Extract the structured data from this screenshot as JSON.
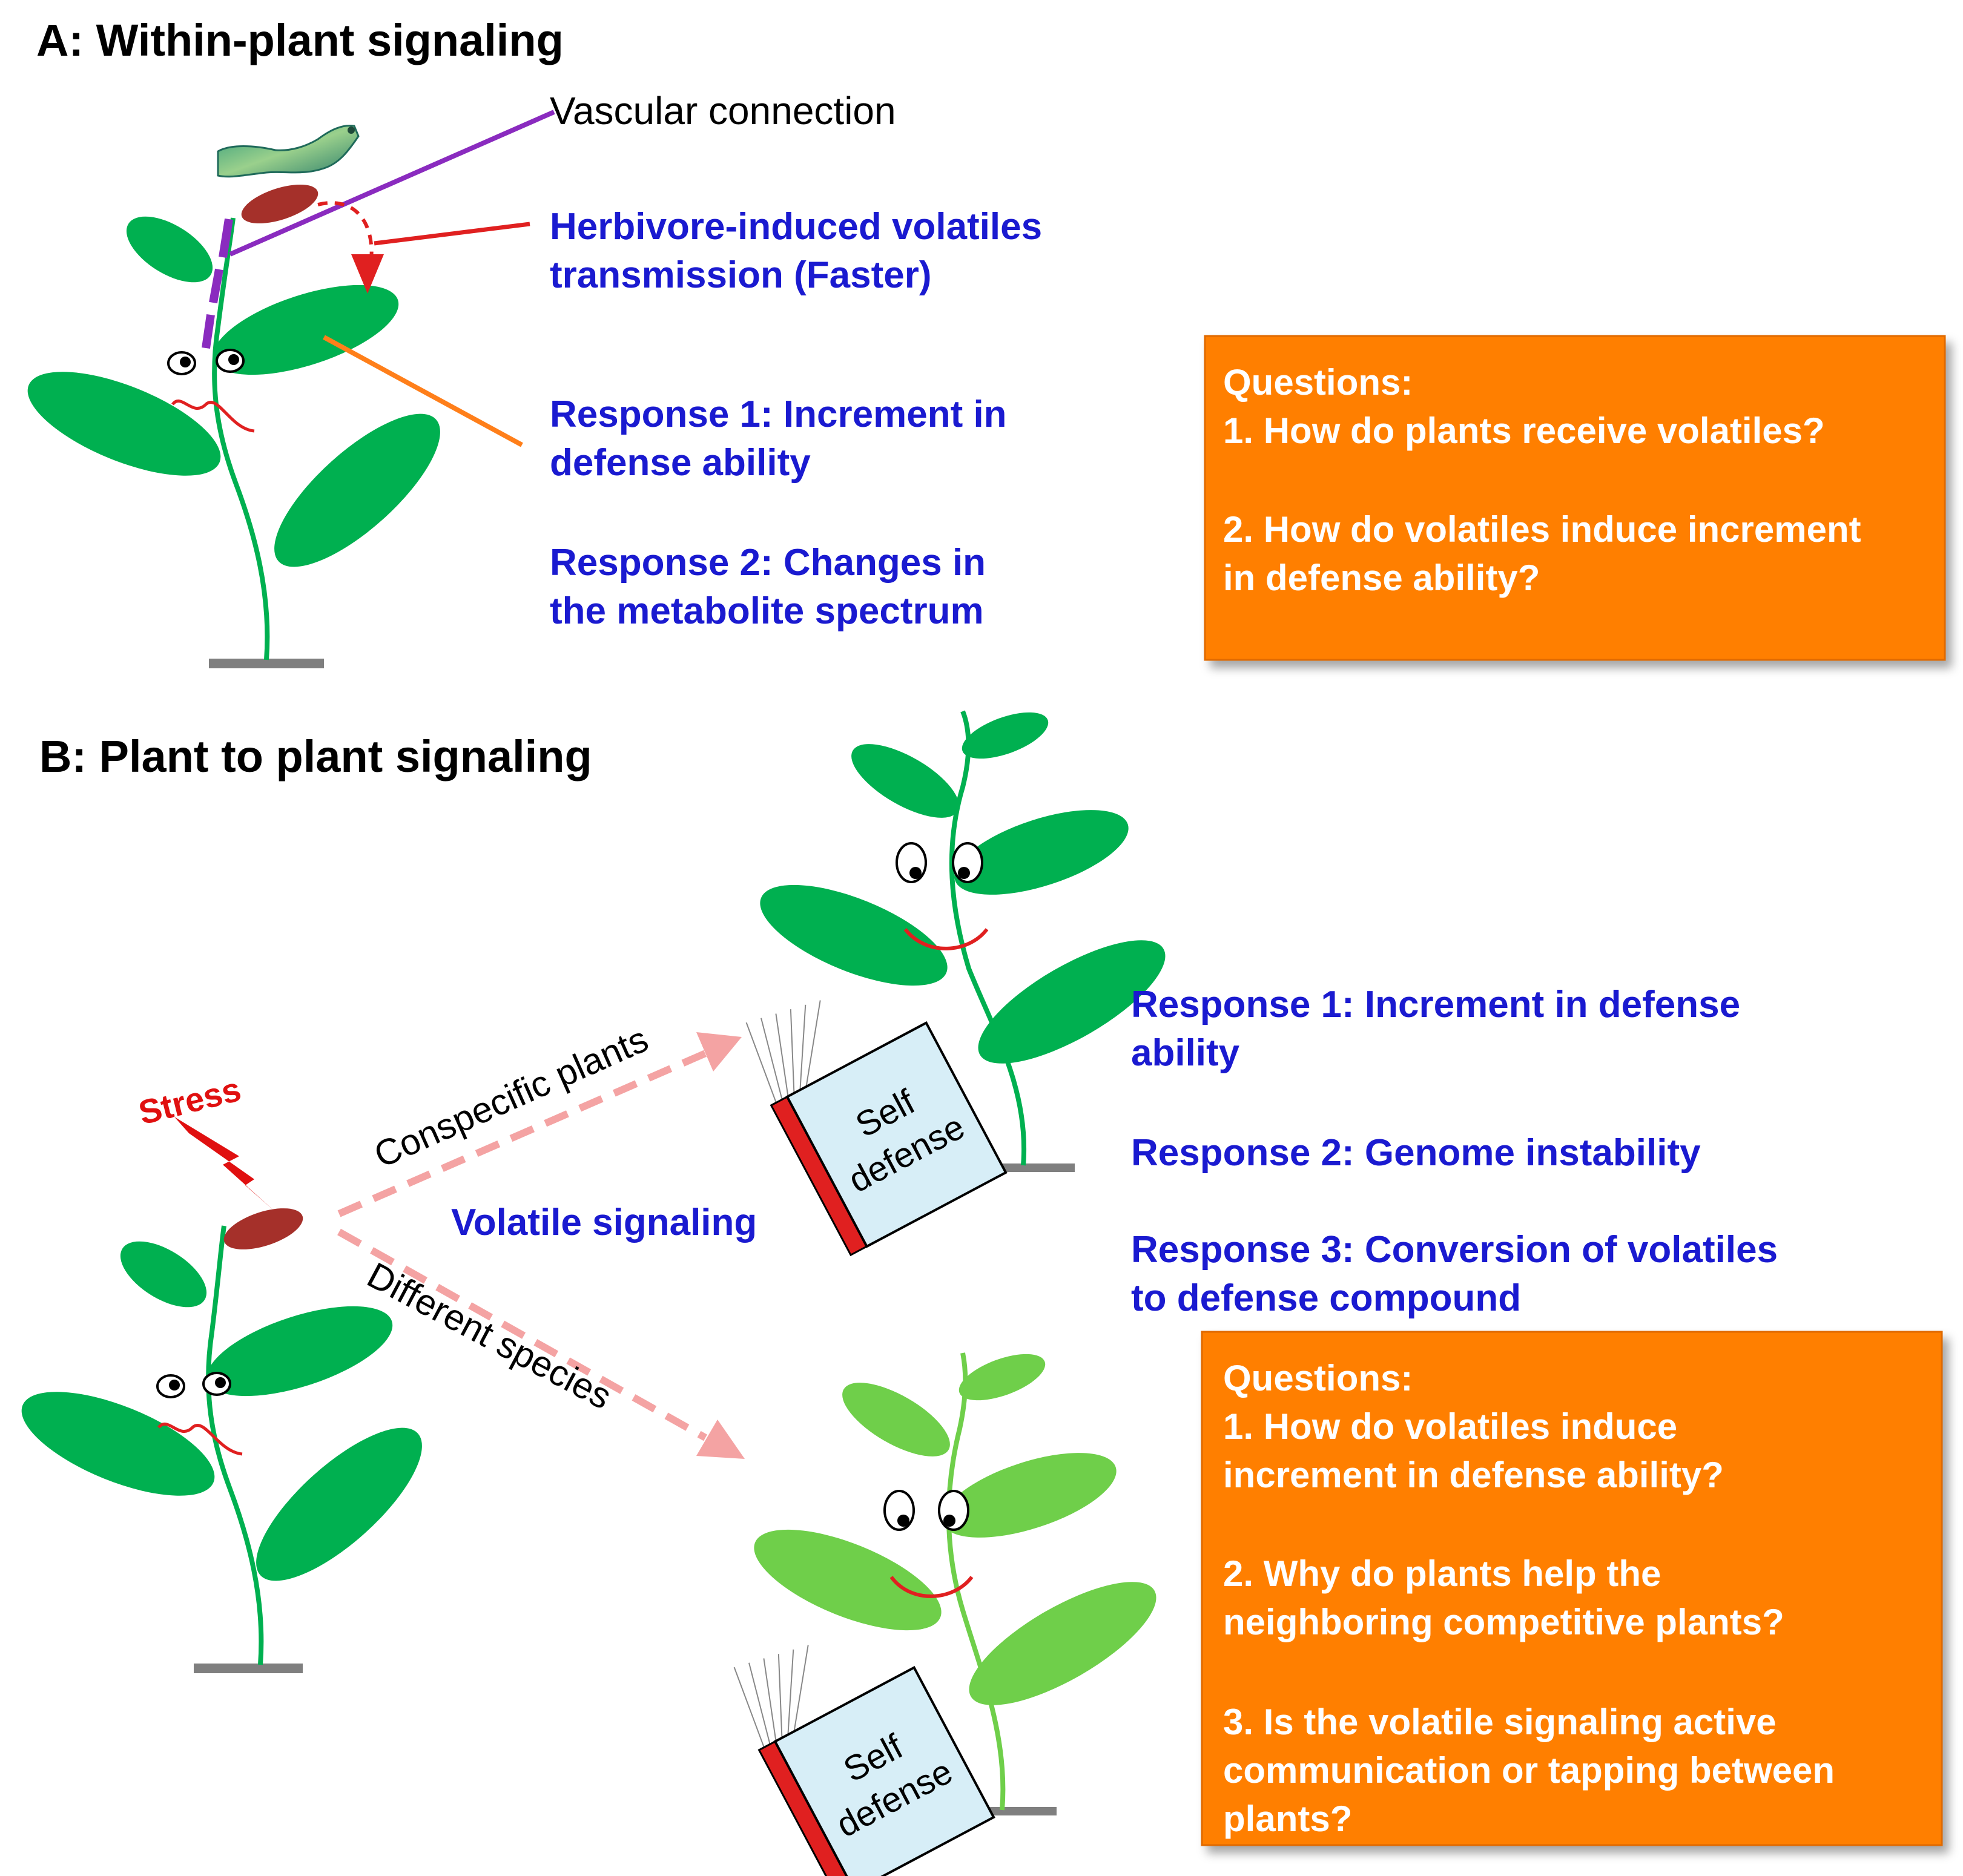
{
  "colors": {
    "leaf_dark": "#00b050",
    "leaf_light": "#6fcf4a",
    "damaged_leaf": "#a5302a",
    "vascular": "#8a2bbf",
    "volatile_arrow": "#e02020",
    "response_line": "#ff7f1a",
    "signal_arrow": "#f4a3a3",
    "question_box": "#ff7f00",
    "blue_text": "#1a1ad0",
    "book_cover": "#d7eef7",
    "book_spine": "#e02020"
  },
  "panel_a": {
    "title": "A: Within-plant signaling",
    "vascular_label": "Vascular connection",
    "volatiles_line1": "Herbivore-induced volatiles",
    "volatiles_line2": "transmission (Faster)",
    "response1_line1": "Response 1: Increment in",
    "response1_line2": "defense ability",
    "response2_line1": "Response 2: Changes in",
    "response2_line2": "the metabolite spectrum",
    "questions": {
      "heading": "Questions:",
      "q1": "1. How do plants receive volatiles?",
      "q2_line1": "2. How do volatiles induce increment",
      "q2_line2": "in defense ability?"
    }
  },
  "panel_b": {
    "title": "B: Plant to plant signaling",
    "stress_label": "Stress",
    "conspecific_label": "Conspecific plants",
    "volatile_signaling_label": "Volatile signaling",
    "different_species_label": "Different species",
    "book_line1": "Self",
    "book_line2": "defense",
    "response1_line1": "Response 1: Increment in defense",
    "response1_line2": "ability",
    "response2": "Response 2: Genome instability",
    "response3_line1": "Response 3: Conversion of volatiles",
    "response3_line2": "to defense compound",
    "questions": {
      "heading": "Questions:",
      "q1_line1": "1. How do volatiles induce",
      "q1_line2": "increment in defense ability?",
      "q2_line1": "2.  Why do plants help the",
      "q2_line2": "neighboring competitive plants?",
      "q3_line1": "3. Is the volatile signaling active",
      "q3_line2": "communication or tapping between",
      "q3_line3": "plants?"
    }
  }
}
